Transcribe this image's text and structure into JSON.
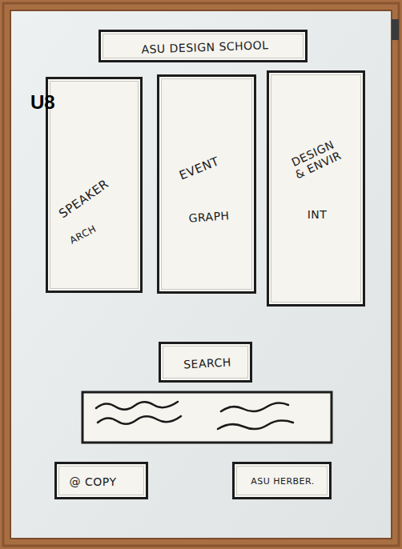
{
  "diagram": {
    "nodes": [
      {
        "text": [
          "ASU DESIGN SCHOOL"
        ]
      },
      {
        "text": [
          "SPEAKER",
          "ARCH"
        ]
      },
      {
        "text": [
          "EVENT",
          "GRAPH"
        ]
      },
      {
        "text": [
          "DESIGN & ENVIR",
          "INT"
        ]
      },
      {
        "text": [
          "SEARCH"
        ]
      },
      {
        "text": [
          "@ COPY"
        ]
      },
      {
        "text": [
          "ASU HERBER."
        ]
      }
    ],
    "labels": [
      "U8"
    ]
  }
}
